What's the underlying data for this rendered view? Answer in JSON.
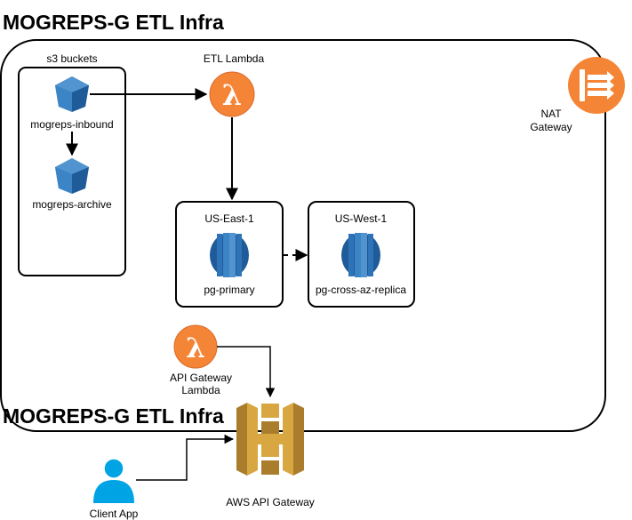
{
  "title": "MOGREPS-G ETL Infra",
  "title_top": "MOGREPS-G ETL Infra",
  "title_bottom": "MOGREPS-G ETL Infra",
  "s3": {
    "group_label": "s3 buckets",
    "inbound_label": "mogreps-inbound",
    "archive_label": "mogreps-archive"
  },
  "etl_lambda": {
    "label": "ETL Lambda",
    "symbol": "λ"
  },
  "nat": {
    "label_line1": "NAT",
    "label_line2": "Gateway"
  },
  "regions": {
    "east": {
      "region_label": "US-East-1",
      "db_label": "pg-primary"
    },
    "west": {
      "region_label": "US-West-1",
      "db_label": "pg-cross-az-replica"
    }
  },
  "api_lambda": {
    "label_line1": "API Gateway",
    "label_line2": "Lambda",
    "symbol": "λ"
  },
  "api_gateway": {
    "label": "AWS API Gateway"
  },
  "client": {
    "label": "Client App"
  },
  "colors": {
    "lambda": "#f58536",
    "lambda_dark": "#d9692a",
    "s3_top": "#5294cf",
    "s3_side": "#2e73b8",
    "rds_light": "#5294cf",
    "rds_mid": "#2e73b8",
    "rds_dark": "#205b99",
    "api_gold": "#d9a741",
    "api_dark": "#a97d2c",
    "user": "#00a4e4"
  }
}
